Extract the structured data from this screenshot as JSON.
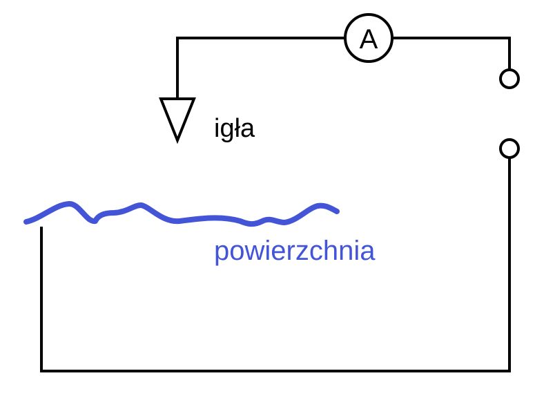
{
  "labels": {
    "ammeter": "A",
    "needle": "igła",
    "surface": "powierzchnia"
  },
  "colors": {
    "wire": "#000000",
    "surface": "#4355d6",
    "background": "#ffffff"
  }
}
